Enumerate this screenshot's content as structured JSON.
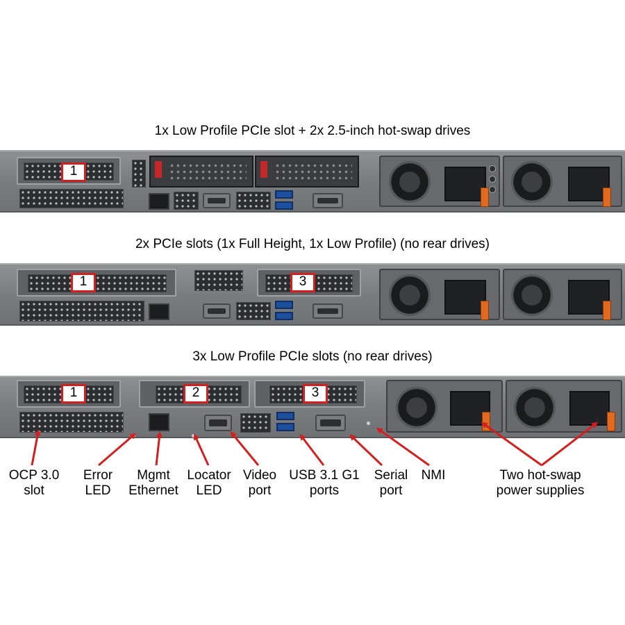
{
  "configs": [
    {
      "title": "1x Low Profile PCIe slot + 2x 2.5-inch hot-swap drives",
      "slots": [
        "1"
      ]
    },
    {
      "title": "2x PCIe slots (1x Full Height, 1x Low Profile) (no rear drives)",
      "slots": [
        "1",
        "3"
      ]
    },
    {
      "title": "3x Low Profile PCIe slots (no rear drives)",
      "slots": [
        "1",
        "2",
        "3"
      ]
    }
  ],
  "callouts": {
    "ocp": [
      "OCP 3.0",
      "slot"
    ],
    "error_led": [
      "Error",
      "LED"
    ],
    "mgmt": [
      "Mgmt",
      "Ethernet"
    ],
    "locator": [
      "Locator",
      "LED"
    ],
    "video": [
      "Video",
      "port"
    ],
    "usb": [
      "USB 3.1 G1",
      "ports"
    ],
    "serial": [
      "Serial",
      "port"
    ],
    "nmi": [
      "NMI"
    ],
    "psu": [
      "Two hot-swap",
      "power supplies"
    ]
  },
  "colors": {
    "callout_red": "#d41f1f",
    "usb_blue": "#1e4f9e",
    "psu_handle_orange": "#e06a1f"
  }
}
